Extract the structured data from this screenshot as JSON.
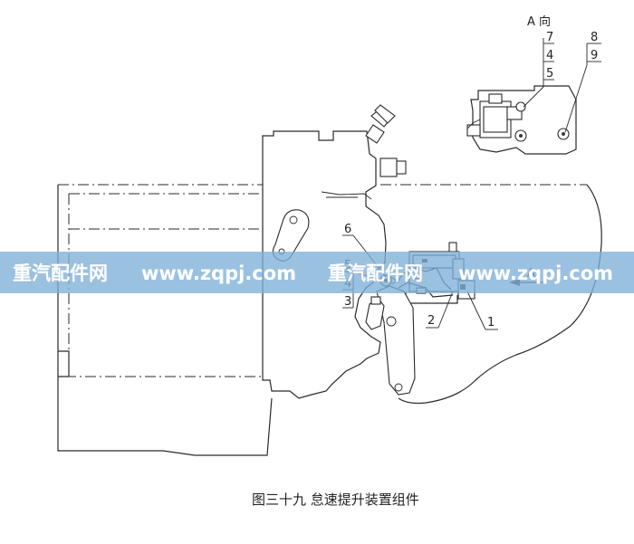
{
  "view_label": "A 向",
  "callouts": {
    "c1": "1",
    "c2": "2",
    "c3": "3",
    "c4": "4",
    "c5": "5",
    "c6": "6",
    "c7": "7",
    "c8": "8",
    "c9": "9",
    "c4b": "4",
    "c5b": "5"
  },
  "arrow_label": "A",
  "caption": "图三十九  怠速提升装置组件",
  "watermark": {
    "text_1": "重汽配件网",
    "text_2": "www.zqpj.com",
    "text_3": "重汽配件网",
    "text_4": "www.zqpj.com",
    "band_color": "#7fb0d8"
  }
}
